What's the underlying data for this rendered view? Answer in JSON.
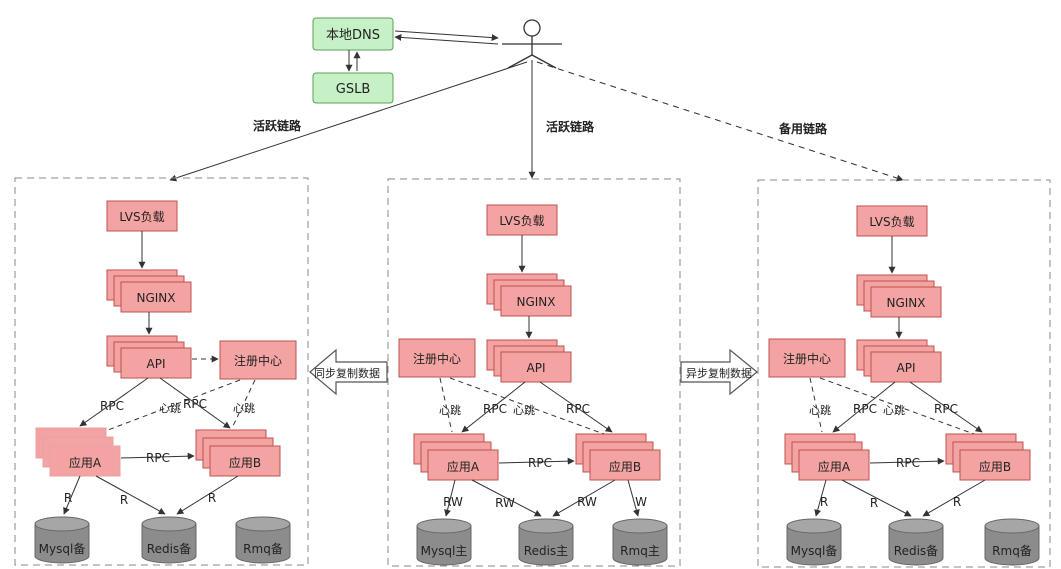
{
  "top": {
    "dns": "本地DNS",
    "gslb": "GSLB",
    "link_left": "活跃链路",
    "link_center": "活跃链路",
    "link_right": "备用链路"
  },
  "transfer": {
    "sync": "同步复制数据",
    "async": "异步复制数据"
  },
  "clusters": [
    {
      "lvs": "LVS负载",
      "nginx": "NGINX",
      "api": "API",
      "registry": "注册中心",
      "app_a": "应用A",
      "app_b": "应用B",
      "rpc_a": "RPC",
      "rpc_b": "RPC",
      "rpc_ab": "RPC",
      "hb_a": "心跳",
      "hb_b": "心跳",
      "db_mysql": "Mysql备",
      "db_redis": "Redis备",
      "db_rmq": "Rmq备",
      "e_a_mysql": "R",
      "e_a_redis": "R",
      "e_b_redis": "R"
    },
    {
      "lvs": "LVS负载",
      "nginx": "NGINX",
      "api": "API",
      "registry": "注册中心",
      "app_a": "应用A",
      "app_b": "应用B",
      "rpc_a": "RPC",
      "rpc_b": "RPC",
      "rpc_ab": "RPC",
      "hb_a": "心跳",
      "hb_b": "心跳",
      "db_mysql": "Mysql主",
      "db_redis": "Redis主",
      "db_rmq": "Rmq主",
      "e_a_mysql": "RW",
      "e_a_redis": "RW",
      "e_b_redis": "RW",
      "e_b_rmq": "W"
    },
    {
      "lvs": "LVS负载",
      "nginx": "NGINX",
      "api": "API",
      "registry": "注册中心",
      "app_a": "应用A",
      "app_b": "应用B",
      "rpc_a": "RPC",
      "rpc_b": "RPC",
      "rpc_ab": "RPC",
      "hb_a": "心跳",
      "hb_b": "心跳",
      "db_mysql": "Mysql备",
      "db_redis": "Redis备",
      "db_rmq": "Rmq备",
      "e_a_mysql": "R",
      "e_a_redis": "R",
      "e_b_redis": "R"
    }
  ],
  "colors": {
    "node_fill": "#f4a3a3",
    "node_stroke": "#c0504d",
    "top_fill": "#c6f0c6",
    "top_stroke": "#5aa05a",
    "db_fill": "#8c8c8c"
  }
}
